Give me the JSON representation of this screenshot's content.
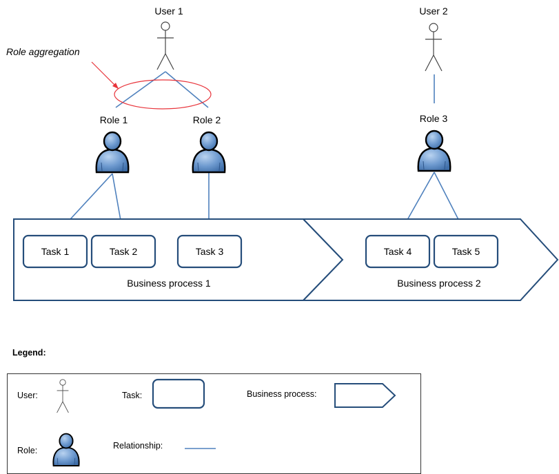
{
  "users": [
    {
      "id": "user-1",
      "label": "User 1"
    },
    {
      "id": "user-2",
      "label": "User 2"
    }
  ],
  "roles": [
    {
      "id": "role-1",
      "label": "Role 1"
    },
    {
      "id": "role-2",
      "label": "Role 2"
    },
    {
      "id": "role-3",
      "label": "Role 3"
    }
  ],
  "tasks": [
    {
      "id": "task-1",
      "label": "Task 1"
    },
    {
      "id": "task-2",
      "label": "Task 2"
    },
    {
      "id": "task-3",
      "label": "Task 3"
    },
    {
      "id": "task-4",
      "label": "Task 4"
    },
    {
      "id": "task-5",
      "label": "Task 5"
    }
  ],
  "processes": [
    {
      "id": "business-process-1",
      "label": "Business process 1"
    },
    {
      "id": "business-process-2",
      "label": "Business process 2"
    }
  ],
  "relationships": [
    [
      "user-1",
      "role-1"
    ],
    [
      "user-1",
      "role-2"
    ],
    [
      "user-2",
      "role-3"
    ],
    [
      "role-1",
      "task-1"
    ],
    [
      "role-1",
      "task-2"
    ],
    [
      "role-2",
      "task-3"
    ],
    [
      "role-3",
      "task-4"
    ],
    [
      "role-3",
      "task-5"
    ]
  ],
  "annotation": {
    "label": "Role aggregation",
    "highlight_color": "#e8333a"
  },
  "legend": {
    "title": "Legend:",
    "user": "User:",
    "task": "Task:",
    "business_process": "Business process:",
    "role": "Role:",
    "relationship": "Relationship:"
  },
  "colors": {
    "relationship": "#4f81bd",
    "shape_border": "#254d7a",
    "role_fill": "#6f9bd0"
  }
}
